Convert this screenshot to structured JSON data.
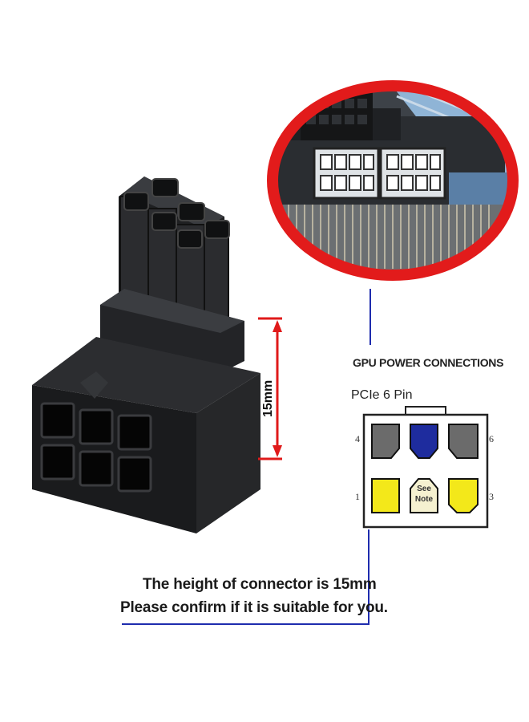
{
  "diagram": {
    "title": "GPU POWER CONNECTIONS",
    "subtitle": "PCIe 6 Pin",
    "pin_numbers": [
      "4",
      "6",
      "1",
      "3"
    ],
    "center_pin_note": [
      "See",
      "Note"
    ],
    "colors": {
      "gray_pin": "#6b6b6b",
      "blue_pin": "#1e2c9e",
      "yellow_pin": "#f3e81a",
      "frame": "#222222"
    }
  },
  "dimension": {
    "label": "15mm",
    "color": "#e01a1a"
  },
  "caption": {
    "line1": "The height of connector is 15mm",
    "line2": "Please confirm if it is suitable for you."
  },
  "callout": {
    "ring_color": "#e21b1b",
    "line_color": "#1e2cae"
  }
}
